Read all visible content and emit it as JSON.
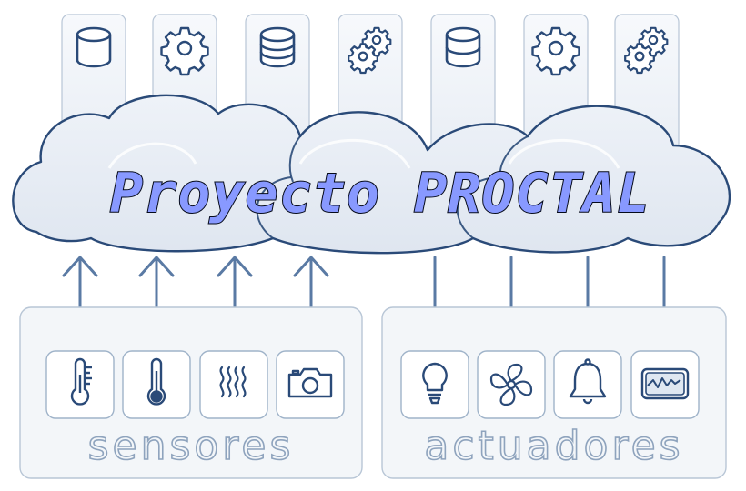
{
  "title": "Proyecto PROCTAL",
  "groups": {
    "sensors": {
      "label": "sensores"
    },
    "actuators": {
      "label": "actuadores"
    }
  },
  "services": [
    {
      "icon": "database-icon"
    },
    {
      "icon": "gear-icon"
    },
    {
      "icon": "database-stack-icon"
    },
    {
      "icon": "gears-icon"
    },
    {
      "icon": "database-icon"
    },
    {
      "icon": "gear-icon"
    },
    {
      "icon": "gears-icon"
    }
  ],
  "sensors": [
    {
      "icon": "thermometer-scale-icon"
    },
    {
      "icon": "thermometer-icon"
    },
    {
      "icon": "heat-waves-icon"
    },
    {
      "icon": "camera-icon"
    }
  ],
  "actuators": [
    {
      "icon": "light-bulb-icon"
    },
    {
      "icon": "fan-icon"
    },
    {
      "icon": "bell-icon"
    },
    {
      "icon": "display-icon"
    }
  ],
  "colors": {
    "cloud_fill": "#e6ecf4",
    "outline": "#2a4a78",
    "arrow": "#5a7aa4",
    "panel_fill": "#f3f6f9",
    "panel_stroke": "#b8c6d6",
    "title_fill": "#8899ff",
    "title_outline": "#050a1a",
    "label_outline": "#8ea3bd"
  }
}
